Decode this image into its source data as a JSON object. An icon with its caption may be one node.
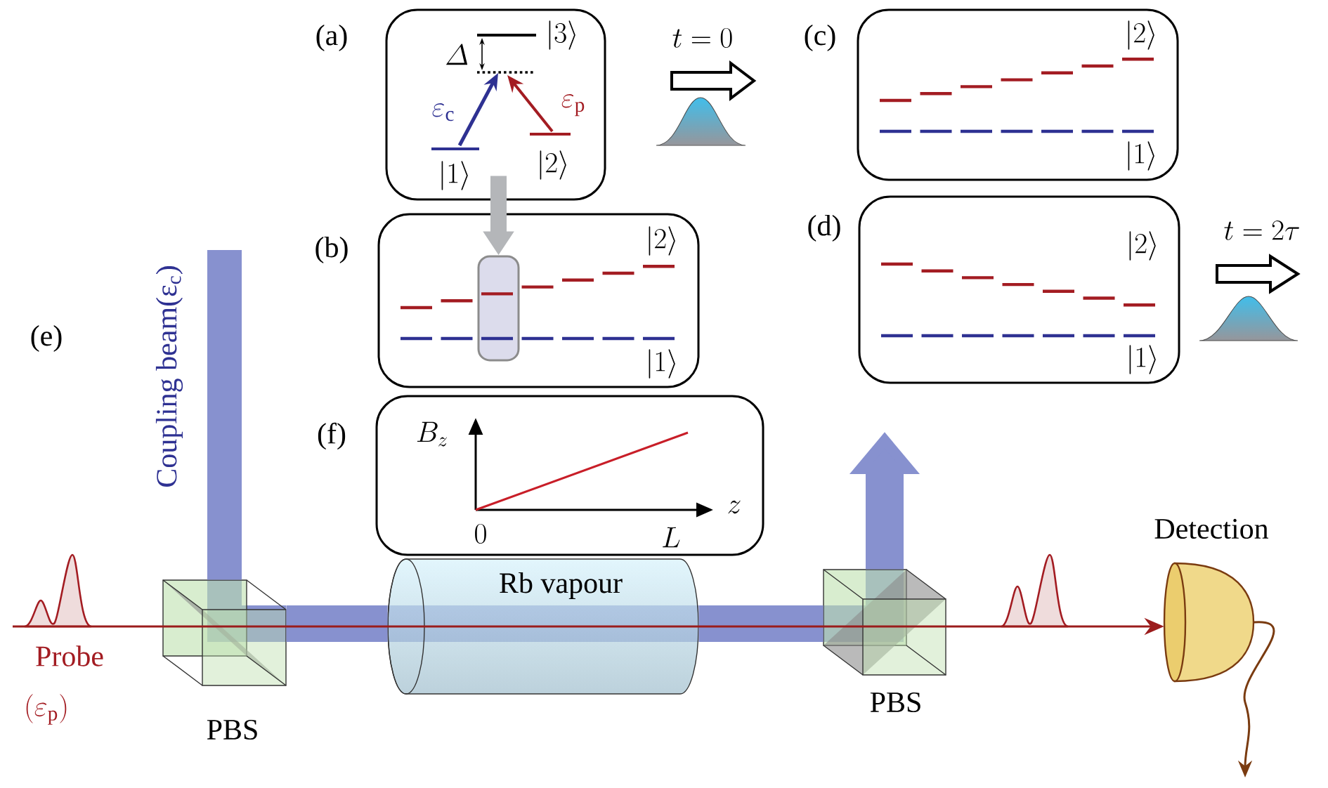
{
  "diagram": {
    "nodes": [
      {
        "text": [
          "(a)",
          "|3\\rangle",
          "\\varDelta",
          "\\varepsilon_{\\mathrm{c}}",
          "\\varepsilon_{\\mathrm{p}}",
          "|1\\rangle",
          "|2\\rangle"
        ]
      },
      {
        "text": [
          "(b)",
          "|2\\rangle",
          "|1\\rangle"
        ]
      },
      {
        "text": [],
        "shape": "box",
        "in": 1
      },
      {
        "text": [
          "(c)",
          "|2\\rangle",
          "|1\\rangle"
        ]
      },
      {
        "text": [
          "(d)",
          "|2\\rangle",
          "|1\\rangle"
        ]
      },
      {
        "text": [
          "(f)",
          "B_z",
          "z",
          "0",
          "L"
        ]
      },
      {
        "text": [
          "PBS"
        ]
      },
      {
        "text": [
          "Rb vapour"
        ]
      },
      {
        "text": [
          "PBS"
        ]
      },
      {
        "text": [
          "Detection"
        ]
      }
    ],
    "edges": [
      {
        "from": 0,
        "to": 2,
        "arrow": "to",
        "color": "#b4b6b9"
      },
      {
        "from": null,
        "to": 6,
        "arrow": "none",
        "color": "#8791cf"
      },
      {
        "from": 6,
        "to": 7,
        "arrow": "none",
        "color": "#8791cf"
      },
      {
        "from": 7,
        "to": 8,
        "arrow": "none",
        "color": "#8791cf"
      },
      {
        "from": 8,
        "to": null,
        "arrow": "to",
        "color": "#8791cf"
      },
      {
        "from": null,
        "to": 9,
        "arrow": "to",
        "color": "#9b1c1c"
      },
      {
        "from": 9,
        "to": null,
        "arrow": "to",
        "color": "#7a3b10"
      }
    ],
    "labels": [
      "(e)",
      "t=0",
      "t=2\\tau",
      "Coupling beam(ε$_{c}$)",
      "Probe",
      "(\\varepsilon_{\\mathrm{p}})"
    ]
  }
}
